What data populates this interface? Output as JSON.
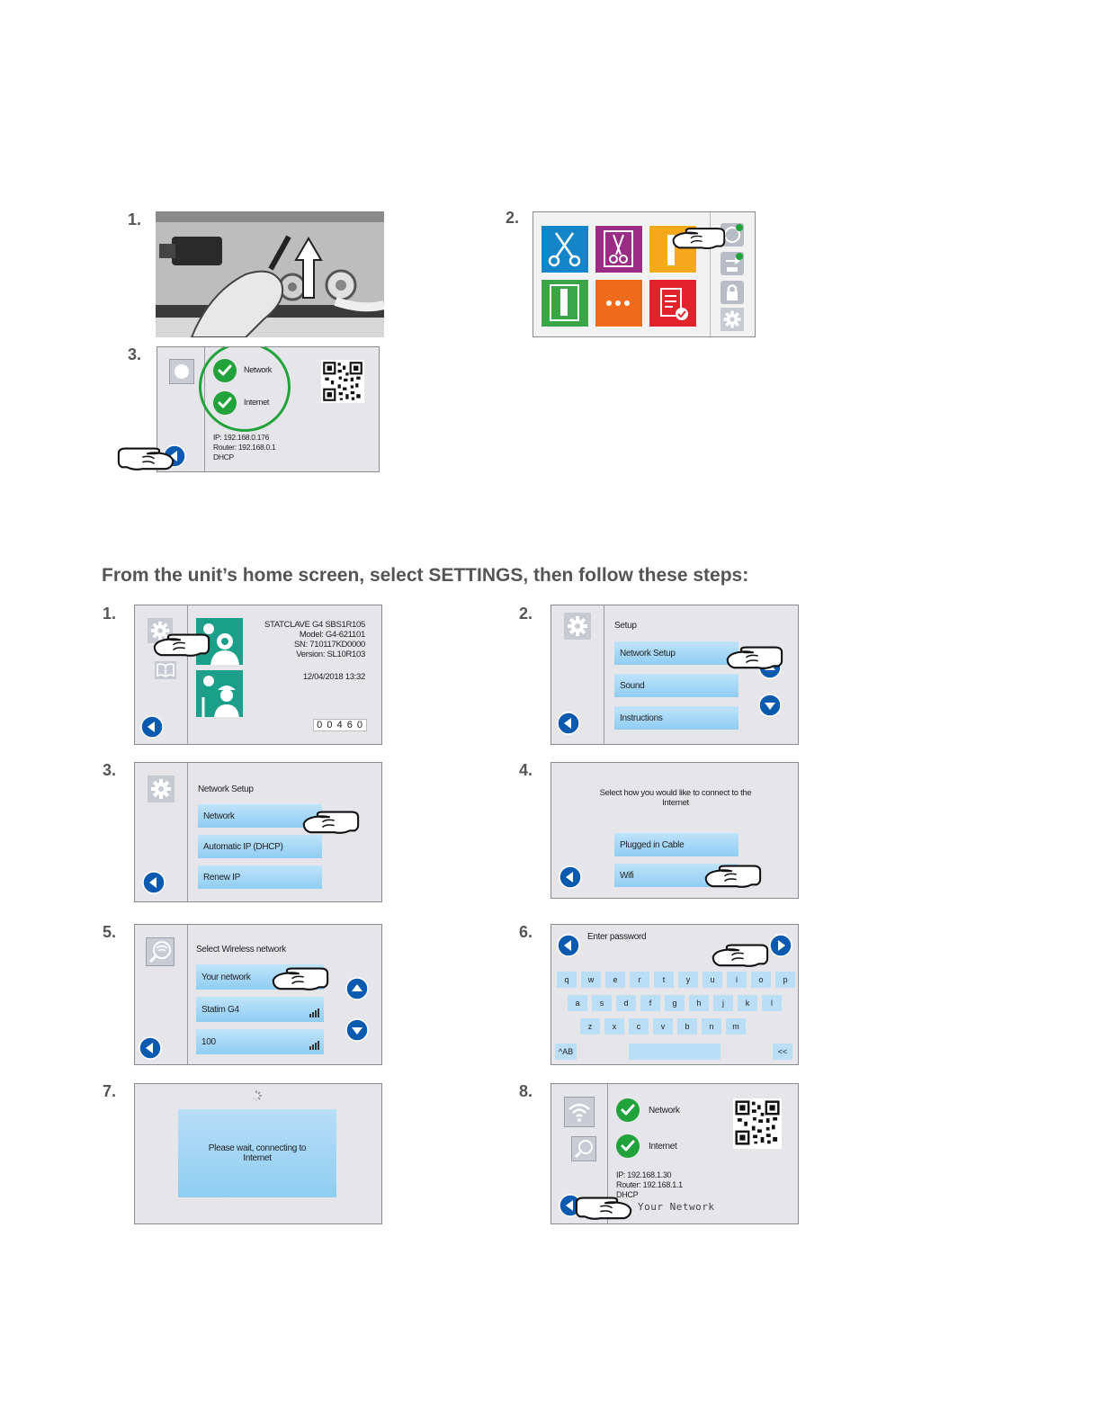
{
  "top_steps": {
    "n1": "1.",
    "n2": "2.",
    "n3": "3.",
    "status": {
      "network": "Network",
      "internet": "Internet",
      "ip": "IP: 192.168.0.176",
      "router": "Router: 192.168.0.1",
      "dhcp": "DHCP"
    }
  },
  "heading": "From the unit’s home screen, select SETTINGS, then follow these steps:",
  "steps": {
    "s1": {
      "n": "1.",
      "model_line": "STATCLAVE G4 SBS1R105",
      "model": "Model: G4-621101",
      "sn": "SN: 710117KD0000",
      "version": "Version: SL10R103",
      "datetime": "12/04/2018 13:32",
      "counter": "0 0 4 6 0"
    },
    "s2": {
      "n": "2.",
      "title": "Setup",
      "items": [
        "Network Setup",
        "Sound",
        "Instructions"
      ]
    },
    "s3": {
      "n": "3.",
      "title": "Network Setup",
      "items": [
        "Network",
        "Automatic IP (DHCP)",
        "Renew IP"
      ]
    },
    "s4": {
      "n": "4.",
      "prompt1": "Select how you would like to connect to the",
      "prompt2": "Internet",
      "items": [
        "Plugged in Cable",
        "Wifi"
      ]
    },
    "s5": {
      "n": "5.",
      "title": "Select Wireless network",
      "items": [
        "Your network",
        "Statim G4",
        "100"
      ]
    },
    "s6": {
      "n": "6.",
      "title": "Enter password",
      "row1": [
        "q",
        "w",
        "e",
        "r",
        "t",
        "y",
        "u",
        "i",
        "o",
        "p"
      ],
      "row2": [
        "a",
        "s",
        "d",
        "f",
        "g",
        "h",
        "j",
        "k",
        "l"
      ],
      "row3": [
        "z",
        "x",
        "c",
        "v",
        "b",
        "n",
        "m"
      ],
      "shift": "^AB",
      "back": "<<"
    },
    "s7": {
      "n": "7.",
      "msg1": "Please wait, connecting to",
      "msg2": "Internet"
    },
    "s8": {
      "n": "8.",
      "network": "Network",
      "internet": "Internet",
      "ip": "IP: 192.168.1.30",
      "router": "Router: 192.168.1.1",
      "dhcp": "DHCP",
      "handwritten": "Your Network"
    }
  },
  "colors": {
    "screen_bg": "#e6e6ea",
    "button_blue": "#0a5bb0",
    "bar_blue": "#8fcdf2",
    "check_green": "#22a23a",
    "heading_gray": "#555555"
  }
}
